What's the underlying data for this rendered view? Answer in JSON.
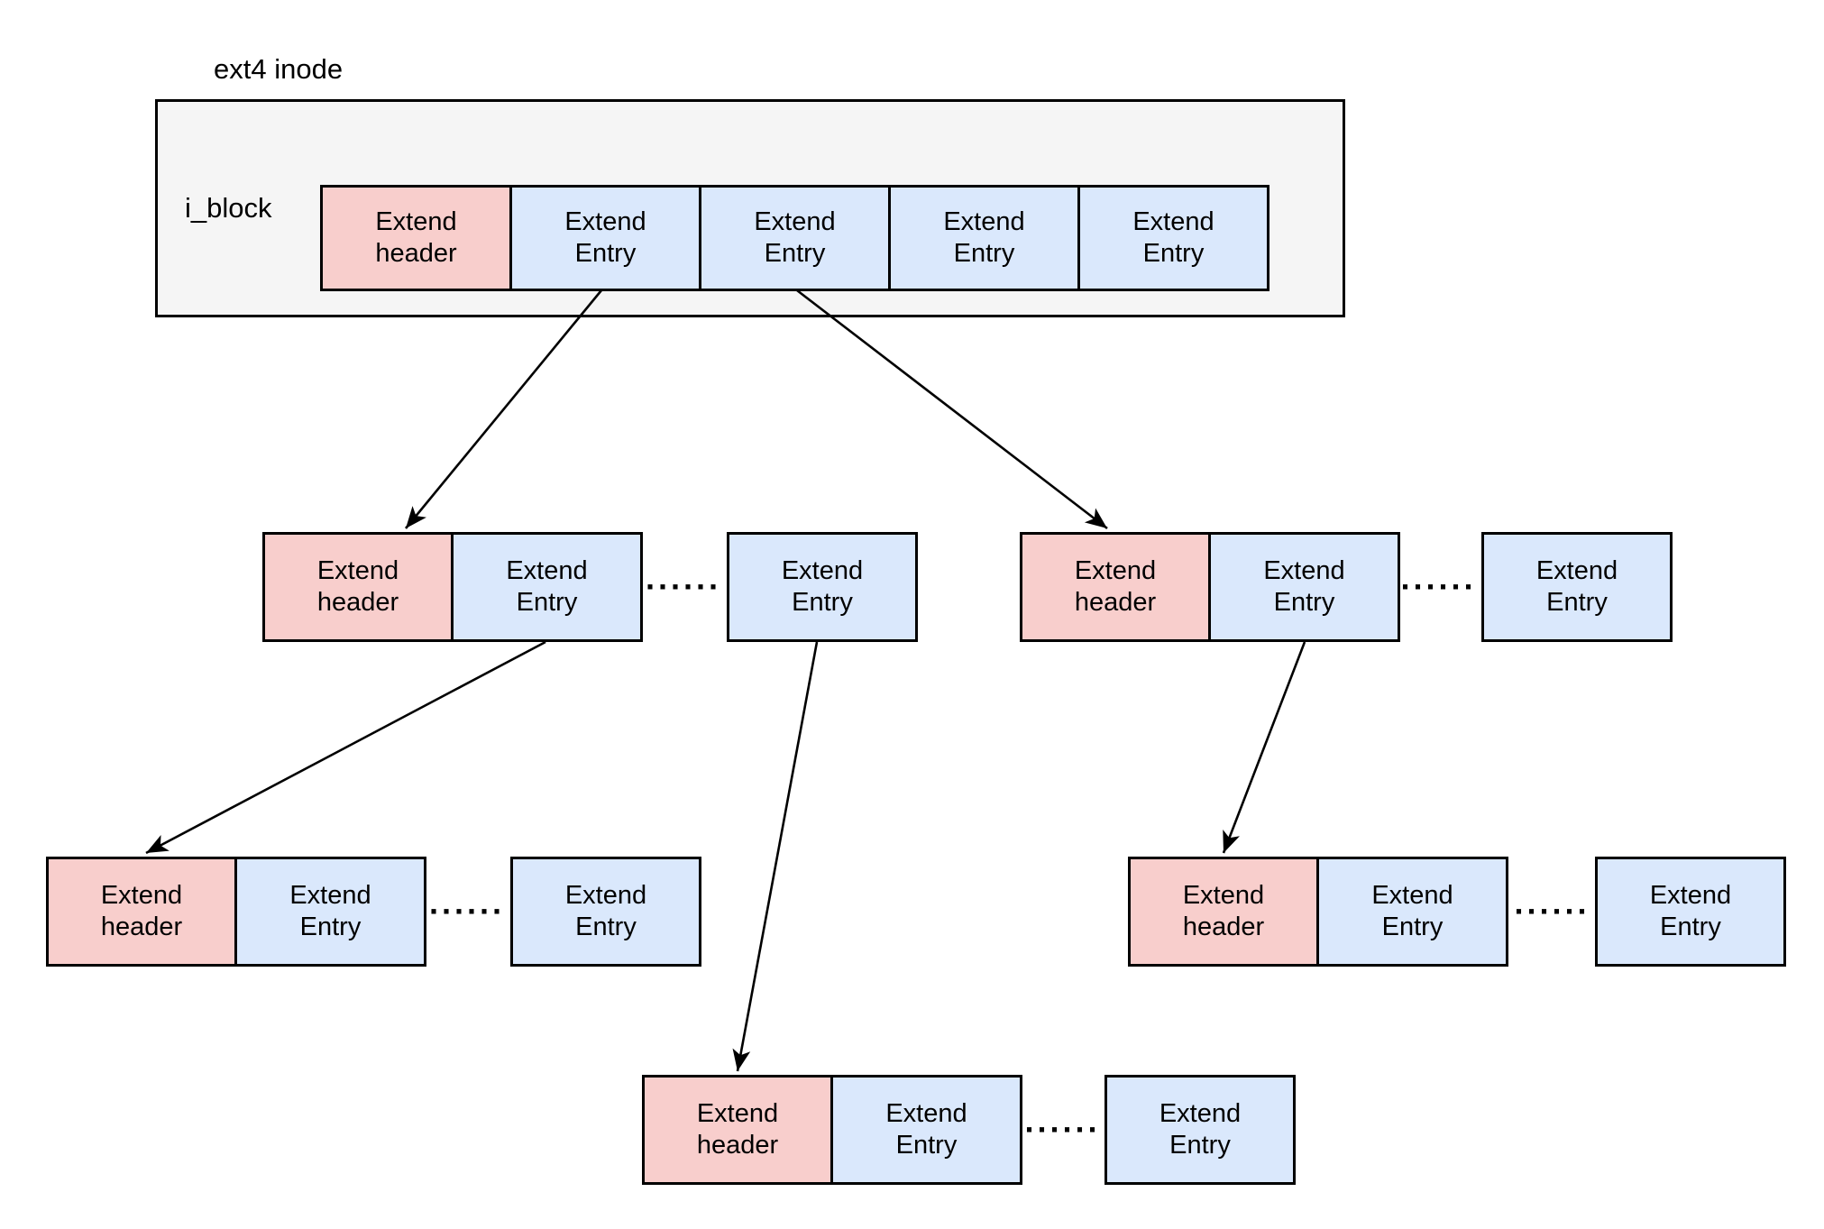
{
  "title": "ext4 inode",
  "ellipsis": "······",
  "colors": {
    "background": "#ffffff",
    "inode_fill": "#f5f5f5",
    "header_fill": "#f8cecc",
    "entry_fill": "#dae8fc",
    "border": "#000000"
  },
  "inode": {
    "label": "i_block",
    "cells": [
      {
        "kind": "header",
        "label": "Extend\nheader"
      },
      {
        "kind": "entry",
        "label": "Extend\nEntry"
      },
      {
        "kind": "entry",
        "label": "Extend\nEntry"
      },
      {
        "kind": "entry",
        "label": "Extend\nEntry"
      },
      {
        "kind": "entry",
        "label": "Extend\nEntry"
      }
    ]
  },
  "blocks": [
    {
      "id": "mid-left",
      "header": "Extend\nheader",
      "entry": "Extend\nEntry",
      "more_entry": "Extend\nEntry"
    },
    {
      "id": "mid-right",
      "header": "Extend\nheader",
      "entry": "Extend\nEntry",
      "more_entry": "Extend\nEntry"
    },
    {
      "id": "bottom-left",
      "header": "Extend\nheader",
      "entry": "Extend\nEntry",
      "more_entry": "Extend\nEntry"
    },
    {
      "id": "bottom-center",
      "header": "Extend\nheader",
      "entry": "Extend\nEntry",
      "more_entry": "Extend\nEntry"
    },
    {
      "id": "bottom-right",
      "header": "Extend\nheader",
      "entry": "Extend\nEntry",
      "more_entry": "Extend\nEntry"
    }
  ]
}
